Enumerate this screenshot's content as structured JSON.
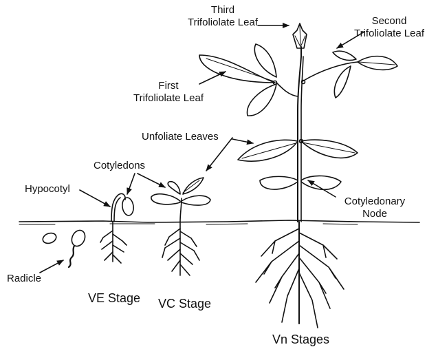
{
  "labels": {
    "third_leaf": [
      "Third",
      "Trifoliolate Leaf"
    ],
    "second_leaf": [
      "Second",
      "Trifoliolate Leaf"
    ],
    "first_leaf": [
      "First",
      "Trifoliolate Leaf"
    ],
    "unifoliate": "Unfoliate Leaves",
    "cotyledons": "Cotyledons",
    "hypocotyl": "Hypocotyl",
    "cotyledonary_node": [
      "Cotyledonary",
      "Node"
    ],
    "radicle": "Radicle"
  },
  "stages": {
    "ve": "VE Stage",
    "vc": "VC Stage",
    "vn": "Vn Stages"
  }
}
